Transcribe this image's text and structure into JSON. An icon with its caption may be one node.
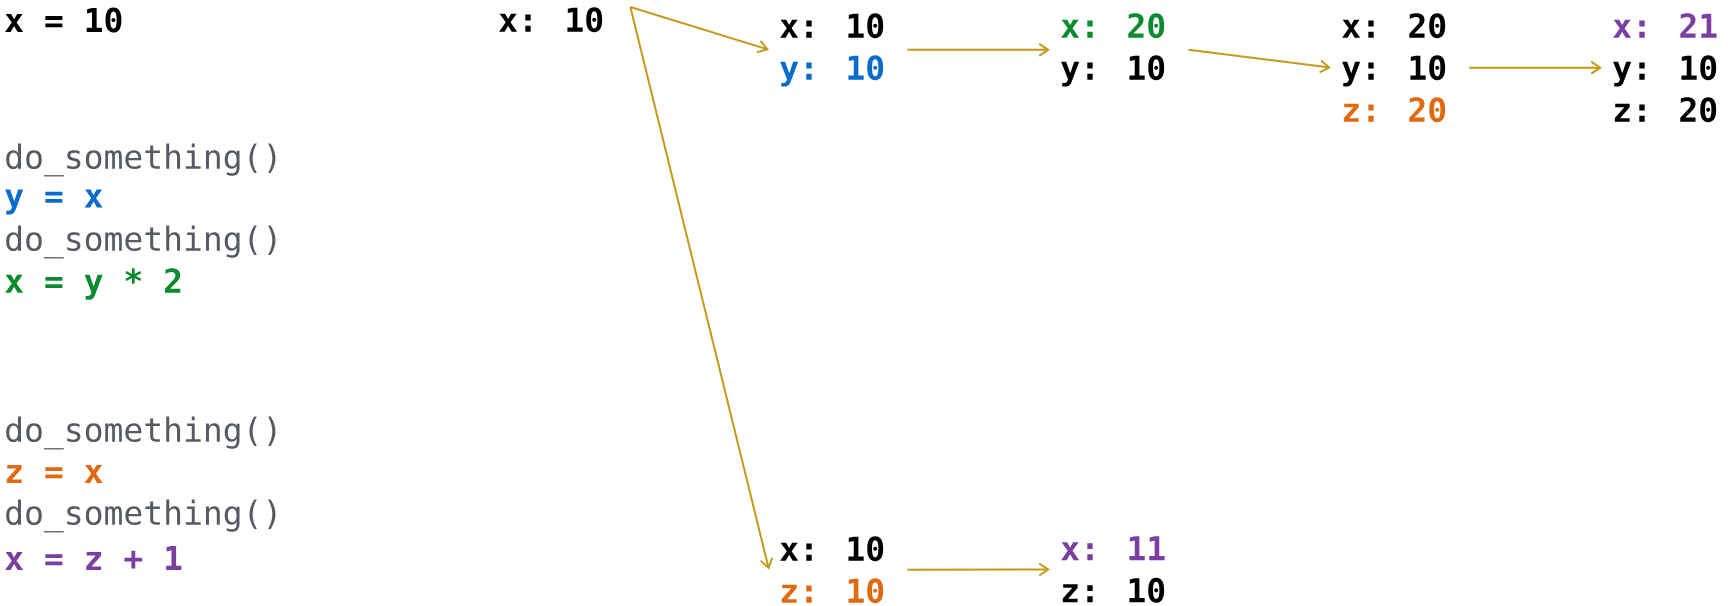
{
  "diagram": {
    "nodes": [
      {
        "text": [
          "x: 10"
        ]
      },
      {
        "text": [
          "x: 10",
          "y: 10"
        ]
      },
      {
        "text": [
          "x: 20",
          "y: 10"
        ]
      },
      {
        "text": [
          "x: 20",
          "y: 10",
          "z: 20"
        ]
      },
      {
        "text": [
          "x: 21",
          "y: 10",
          "z: 20"
        ]
      },
      {
        "text": [
          "x: 10",
          "z: 10"
        ]
      },
      {
        "text": [
          "x: 11",
          "z: 10"
        ]
      }
    ],
    "edges": [
      {
        "from": 0,
        "to": 1,
        "arrow": "to"
      },
      {
        "from": 1,
        "to": 2,
        "arrow": "to"
      },
      {
        "from": 2,
        "to": 3,
        "arrow": "to"
      },
      {
        "from": 3,
        "to": 4,
        "arrow": "to"
      },
      {
        "from": 0,
        "to": 5,
        "arrow": "to"
      },
      {
        "from": 5,
        "to": 6,
        "arrow": "to"
      }
    ],
    "labels": [
      "x = 10",
      "do_something()",
      "y = x",
      "do_something()",
      "x = y * 2",
      "do_something()",
      "z = x",
      "do_something()",
      "x = z + 1"
    ]
  }
}
